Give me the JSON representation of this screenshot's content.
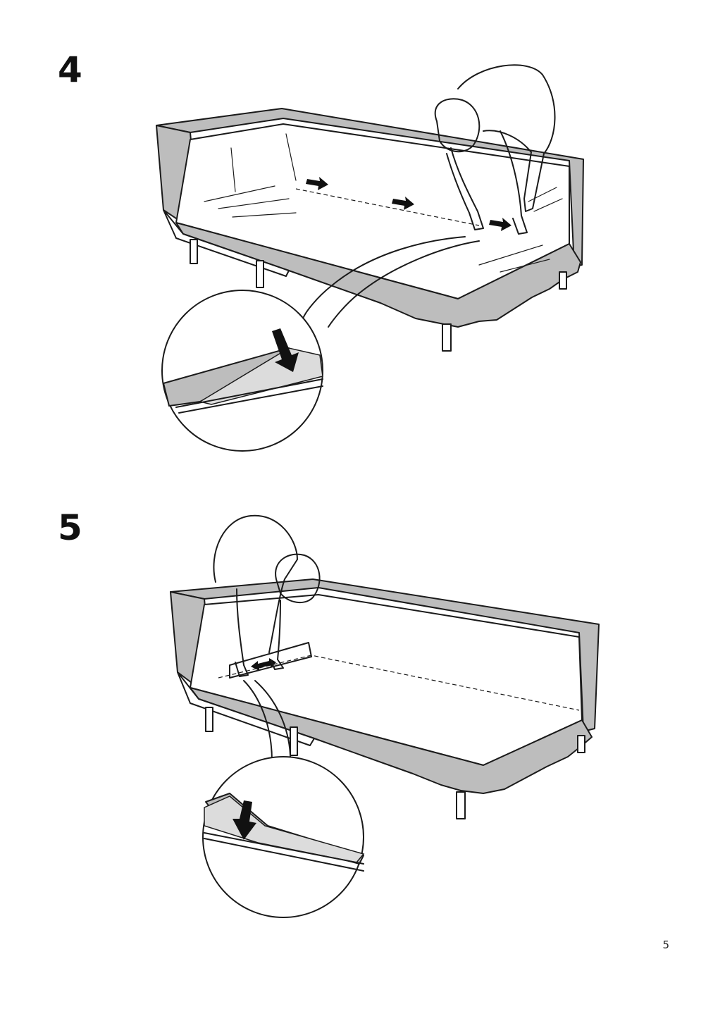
{
  "steps": [
    {
      "number": "4"
    },
    {
      "number": "5"
    }
  ],
  "page": {
    "number": "5"
  },
  "colors": {
    "cover_grey": "#bdbdbd",
    "ink": "#1a1a1a",
    "paper": "#ffffff"
  }
}
